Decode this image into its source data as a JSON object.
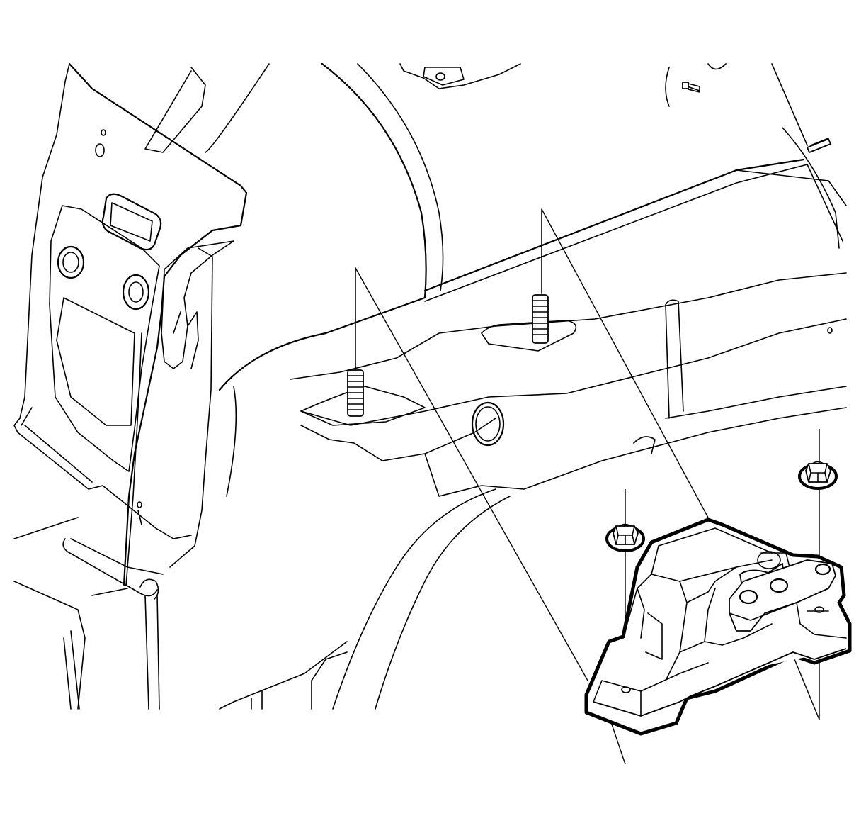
{
  "figure": {
    "labels": []
  },
  "parts": [
    {
      "name": "body-panel"
    },
    {
      "name": "frame-rail"
    },
    {
      "name": "wheelhouse"
    },
    {
      "name": "mount-stud-left"
    },
    {
      "name": "mount-stud-right"
    },
    {
      "name": "transmission-mount"
    },
    {
      "name": "mount-nut-left"
    },
    {
      "name": "mount-nut-right"
    }
  ]
}
